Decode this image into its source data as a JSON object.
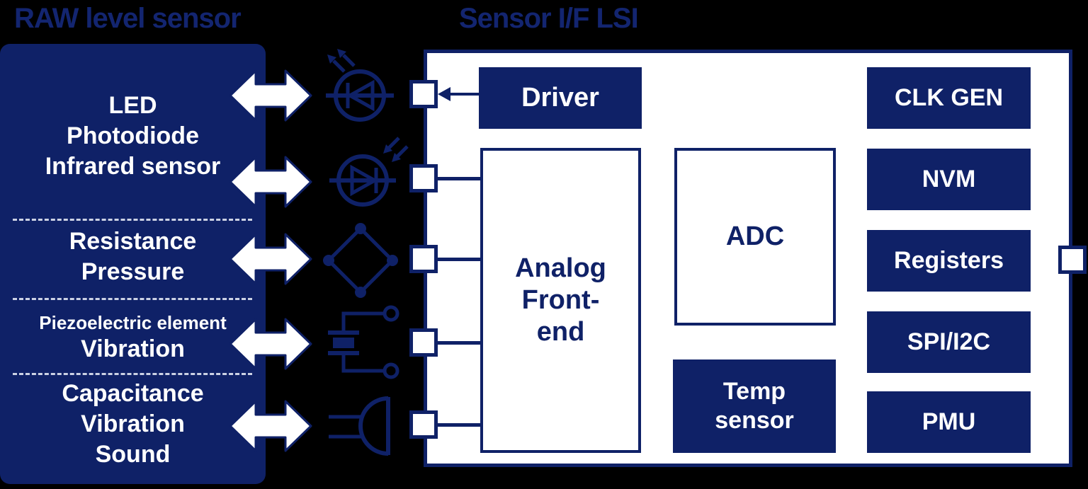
{
  "colors": {
    "navy": "#0f2167",
    "title_navy": "#132570",
    "white": "#ffffff",
    "dashed_separator": "#ccd2e4",
    "background": "#000000"
  },
  "titles": {
    "left": "RAW level sensor",
    "right": "Sensor I/F LSI"
  },
  "left_panel": {
    "group1": [
      "LED",
      "Photodiode",
      "Infrared sensor"
    ],
    "group2": [
      "Resistance",
      "Pressure"
    ],
    "group3": [
      "Piezoelectric element",
      "Vibration"
    ],
    "group4": [
      "Capacitance",
      "Vibration",
      "Sound"
    ]
  },
  "sensor_icons": [
    "led-icon",
    "photodiode-icon",
    "wheatstone-bridge-icon",
    "piezoelectric-element-icon",
    "microphone-icon"
  ],
  "lsi": {
    "driver": "Driver",
    "analog_front_end": [
      "Analog",
      "Front-",
      "end"
    ],
    "adc": "ADC",
    "temp_sensor": [
      "Temp",
      "sensor"
    ],
    "clk_gen": "CLK GEN",
    "nvm": "NVM",
    "registers": "Registers",
    "spi_i2c": "SPI/I2C",
    "pmu": "PMU"
  }
}
